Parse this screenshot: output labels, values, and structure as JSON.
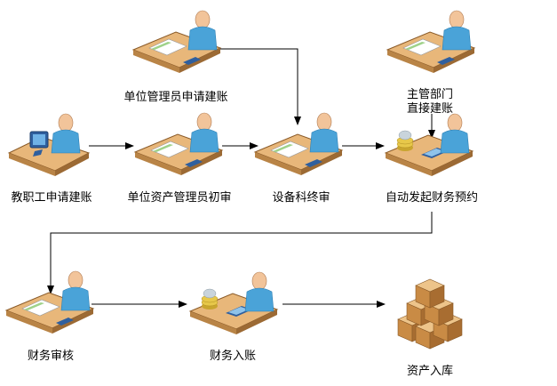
{
  "nodes": [
    {
      "id": "applicant",
      "type": "person-computer",
      "label": [
        "教职工申请建账"
      ]
    },
    {
      "id": "unit_admin_apply",
      "type": "person-desk",
      "label": [
        "单位管理员申请建账"
      ]
    },
    {
      "id": "unit_asset_review",
      "type": "person-desk",
      "label": [
        "单位资产管理员初审"
      ]
    },
    {
      "id": "equipment_final",
      "type": "person-desk",
      "label": [
        "设备科终审"
      ]
    },
    {
      "id": "dept_direct",
      "type": "person-desk",
      "label": [
        "主管部门",
        "直接建账"
      ]
    },
    {
      "id": "auto_booking",
      "type": "person-coins",
      "label": [
        "自动发起财务预约"
      ]
    },
    {
      "id": "finance_review",
      "type": "person-desk",
      "label": [
        "财务审核"
      ]
    },
    {
      "id": "finance_entry",
      "type": "person-coins",
      "label": [
        "财务入账"
      ]
    },
    {
      "id": "asset_storage",
      "type": "boxes",
      "label": [
        "资产入库"
      ]
    }
  ],
  "edges": [
    {
      "from": "applicant",
      "to": "unit_asset_review"
    },
    {
      "from": "unit_asset_review",
      "to": "equipment_final"
    },
    {
      "from": "unit_admin_apply",
      "to": "equipment_final"
    },
    {
      "from": "equipment_final",
      "to": "auto_booking"
    },
    {
      "from": "dept_direct",
      "to": "auto_booking"
    },
    {
      "from": "auto_booking",
      "to": "finance_review"
    },
    {
      "from": "finance_review",
      "to": "finance_entry"
    },
    {
      "from": "finance_entry",
      "to": "asset_storage"
    }
  ],
  "colors": {
    "desk": "#e8b77a",
    "desk_edge": "#8a5a28",
    "shirt": "#4aa3d8",
    "skin": "#f2c49a",
    "box": "#d9a05a",
    "coin": "#e7c84a",
    "arrow": "#000000"
  },
  "icons": [
    "person-desk-icon",
    "person-computer-icon",
    "person-coins-icon",
    "boxes-icon",
    "arrow-icon"
  ]
}
